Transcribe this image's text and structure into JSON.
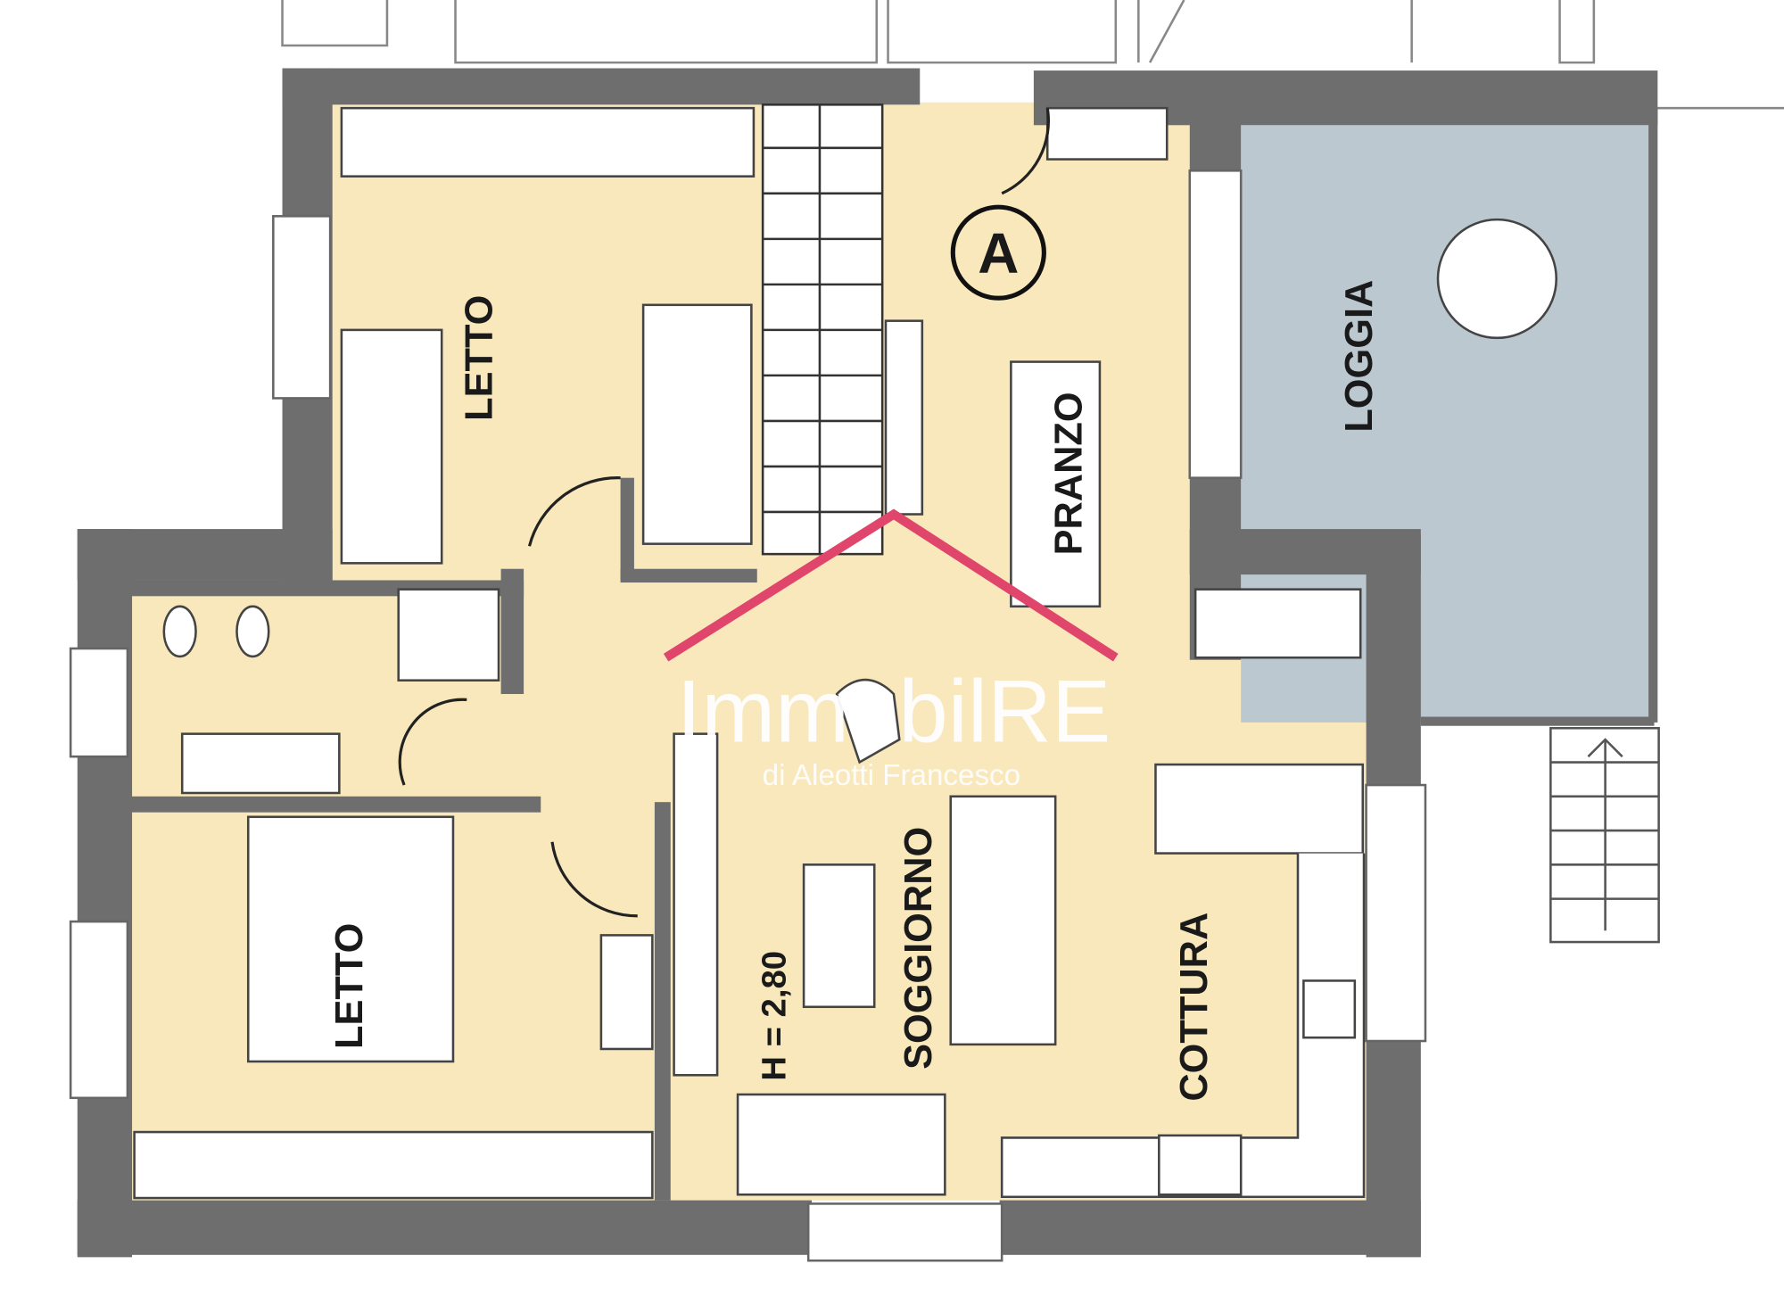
{
  "rooms": {
    "letto_top": "LETTO",
    "letto_bottom": "LETTO",
    "pranzo": "PRANZO",
    "loggia": "LOGGIA",
    "soggiorno": "SOGGIORNO",
    "cottura": "COTTURA"
  },
  "unit_marker": "A",
  "ceiling_height": "H = 2,80",
  "watermark": {
    "brand": "ImmobilRE",
    "subtitle": "di Aleotti Francesco"
  },
  "colors": {
    "wall": "#6e6e6e",
    "floor": "#f8e8bb",
    "loggia": "#bcc8d0",
    "roof_line": "#e0456b"
  }
}
